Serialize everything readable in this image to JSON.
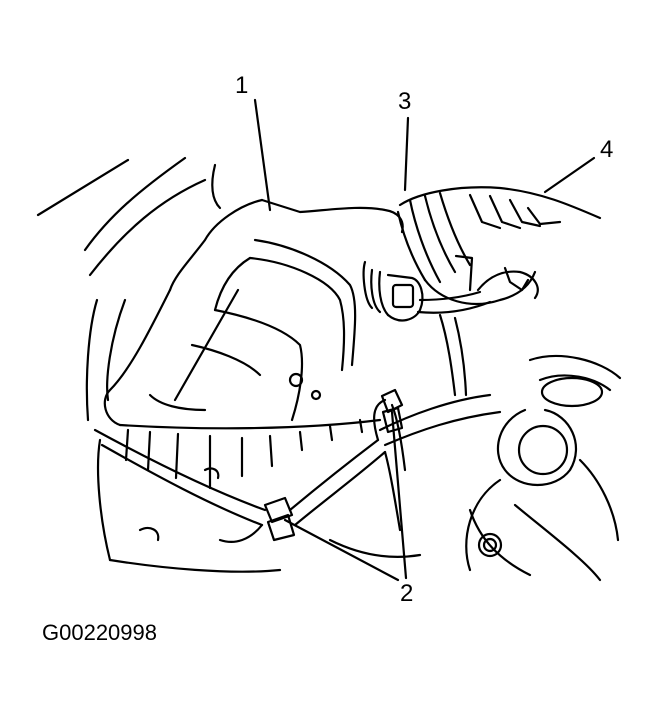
{
  "callouts": {
    "c1": "1",
    "c2": "2",
    "c3": "3",
    "c4": "4"
  },
  "figure_id": "G00220998",
  "colors": {
    "ink": "#000000",
    "paper": "#ffffff"
  }
}
